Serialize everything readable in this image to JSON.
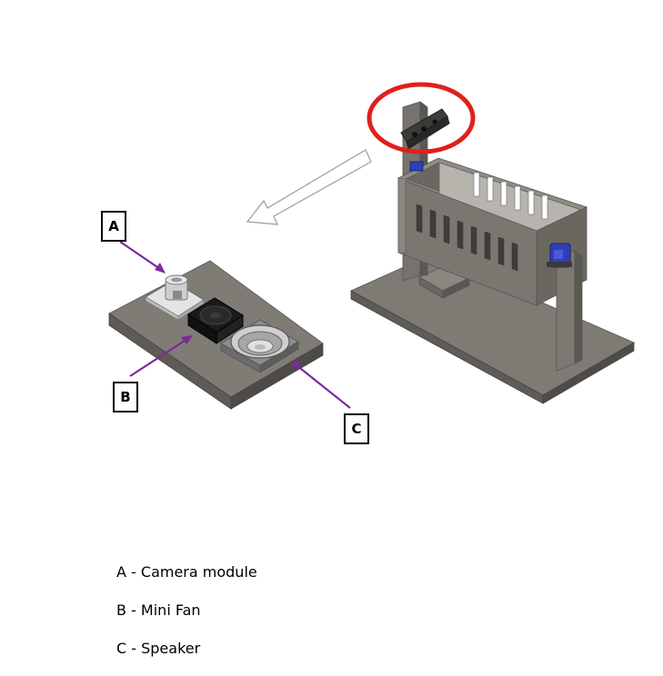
{
  "callouts": {
    "a": "A",
    "b": "B",
    "c": "C"
  },
  "legend": [
    {
      "letter": "A",
      "text": "A - Camera module"
    },
    {
      "letter": "B",
      "text": "B - Mini Fan"
    },
    {
      "letter": "C",
      "text": "C - Speaker"
    }
  ],
  "colors": {
    "highlight_circle": "#e0201c",
    "arrows": "#7a2a9a",
    "platform": "#6f6c66",
    "platform_top": "#7f7c76",
    "base_plate": "#7e7b75"
  }
}
